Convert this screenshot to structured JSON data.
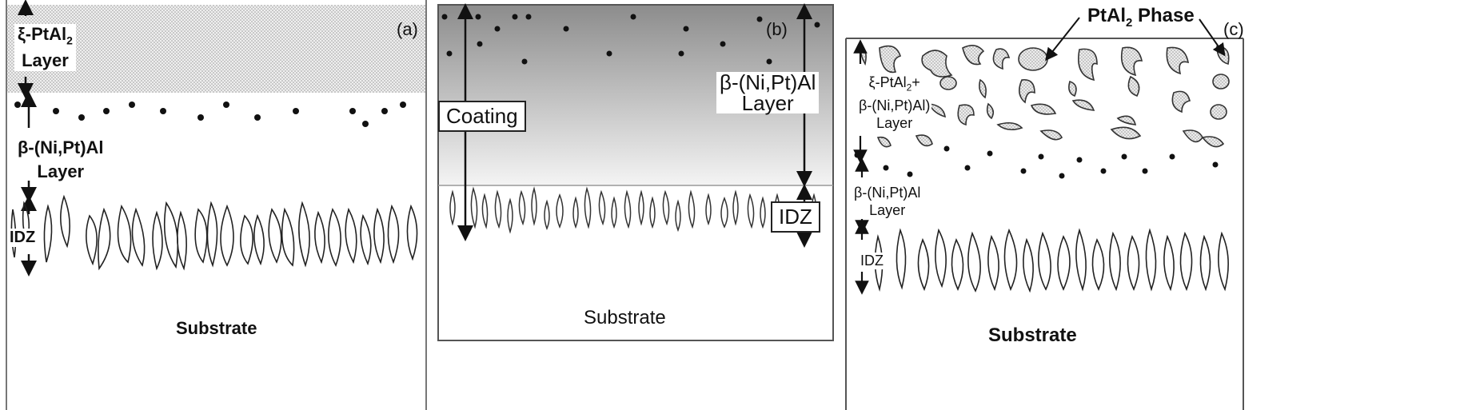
{
  "panels": [
    {
      "id": "a",
      "letter": "(a)",
      "top_layer": {
        "line1": "ξ-PtAl",
        "sub": "2",
        "line2": "Layer"
      },
      "middle_layer": {
        "line1": "β-(Ni,Pt)Al",
        "line2": "Layer"
      },
      "idz": "IDZ",
      "substrate": "Substrate"
    },
    {
      "id": "b",
      "letter": "(b)",
      "coating": "Coating",
      "top_layer": {
        "line1": "β-(Ni,Pt)Al",
        "line2": "Layer"
      },
      "idz": "IDZ",
      "substrate": "Substrate"
    },
    {
      "id": "c",
      "letter": "(c)",
      "phase_label": {
        "pre": "PtAl",
        "sub": "2",
        "post": " Phase"
      },
      "top_layer": {
        "line1_pre": "ξ-PtAl",
        "line1_sub": "2",
        "line1_post": "+",
        "line2": "β-(Ni,Pt)Al)",
        "line3": "Layer"
      },
      "middle_layer": {
        "line1": "β-(Ni,Pt)Al",
        "line2": "Layer"
      },
      "idz": "IDZ",
      "substrate": "Substrate"
    }
  ],
  "colors": {
    "stipple": "#d9d9d9",
    "line": "#111111",
    "gradient_top": "#8c8c8c",
    "gradient_bottom": "#f4f4f4"
  }
}
